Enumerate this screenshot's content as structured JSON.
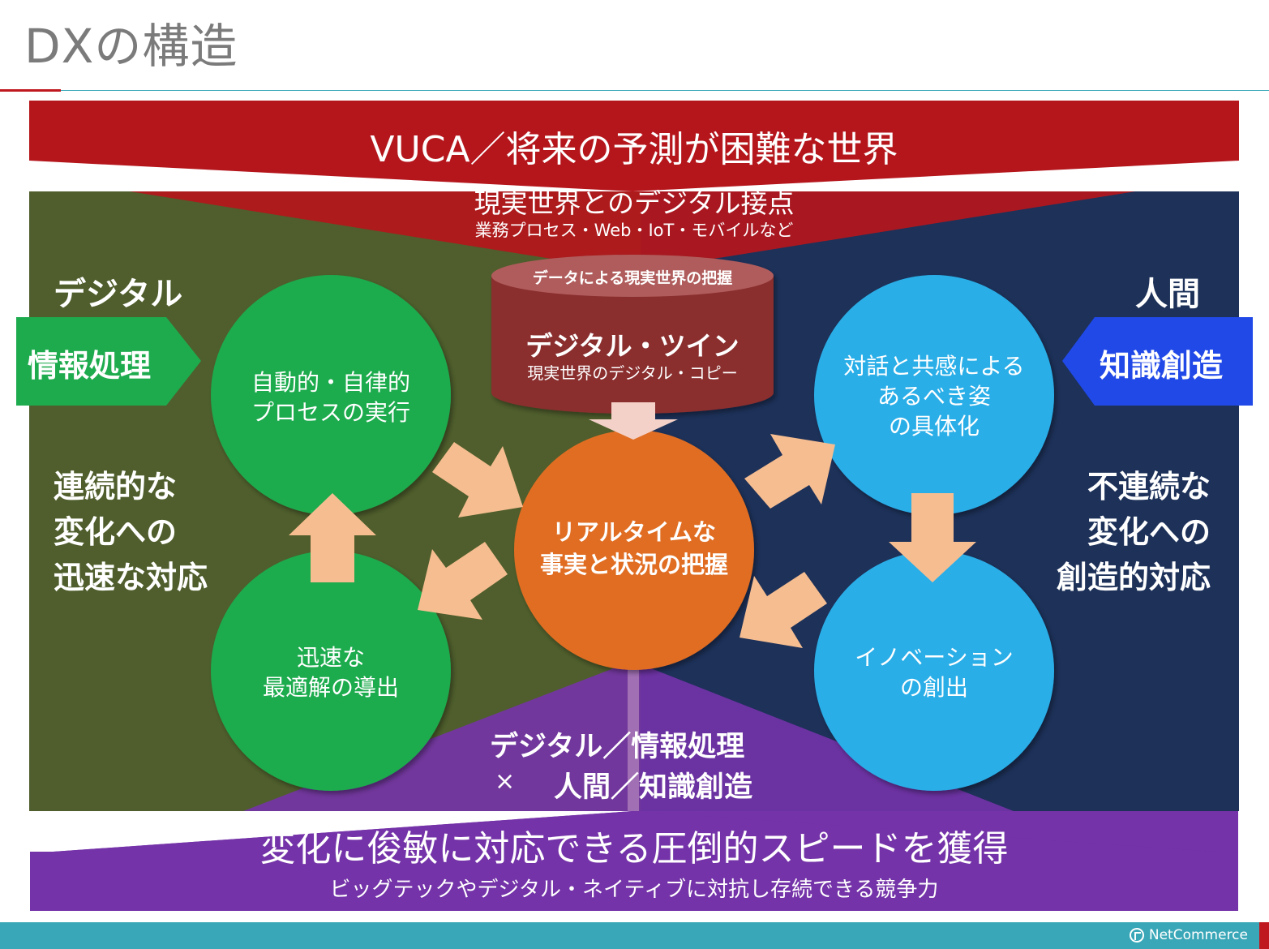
{
  "title": "DXの構造",
  "top_banner": {
    "title": "VUCA／将来の予測が困難な世界",
    "subtitle": "現実世界とのデジタル接点",
    "subtitle_small": "業務プロセス・Web・IoT・モバイルなど"
  },
  "left_panel": {
    "heading": "デジタル",
    "tag": "情報処理",
    "side_text": [
      "連続的な",
      "変化への",
      "迅速な対応"
    ]
  },
  "right_panel": {
    "heading": "人間",
    "tag": "知識創造",
    "side_text": [
      "不連続な",
      "変化への",
      "創造的対応"
    ]
  },
  "database": {
    "top_label": "データによる現実世界の把握",
    "title": "デジタル・ツイン",
    "subtitle": "現実世界のデジタル・コピー"
  },
  "circles": {
    "auto_process": [
      "自動的・自律的",
      "プロセスの実行"
    ],
    "optimal": [
      "迅速な",
      "最適解の導出"
    ],
    "center": [
      "リアルタイムな",
      "事実と状況の把握"
    ],
    "empathy": [
      "対話と共感による",
      "あるべき姿",
      "の具体化"
    ],
    "innovation": [
      "イノベーション",
      "の創出"
    ]
  },
  "combine": {
    "line1": "デジタル／情報処理",
    "line2_mult": "×",
    "line2": "人間／知識創造"
  },
  "bottom_banner": {
    "title": "変化に俊敏に対応できる圧倒的スピードを獲得",
    "subtitle": "ビッグテックやデジタル・ネイティブに対抗し存続できる競争力"
  },
  "footer": {
    "brand": "NetCommerce"
  },
  "colors": {
    "red": "#b5161c",
    "olive": "#4f5e2c",
    "navy": "#1d3159",
    "purple": "#7433a8",
    "green": "#1eab4e",
    "blue": "#29aee8",
    "orange": "#e06d23",
    "db": "#8a2f2f",
    "arrow": "#f6bd90",
    "teal": "#3aa7b8",
    "tag_blue": "#2049e8"
  }
}
